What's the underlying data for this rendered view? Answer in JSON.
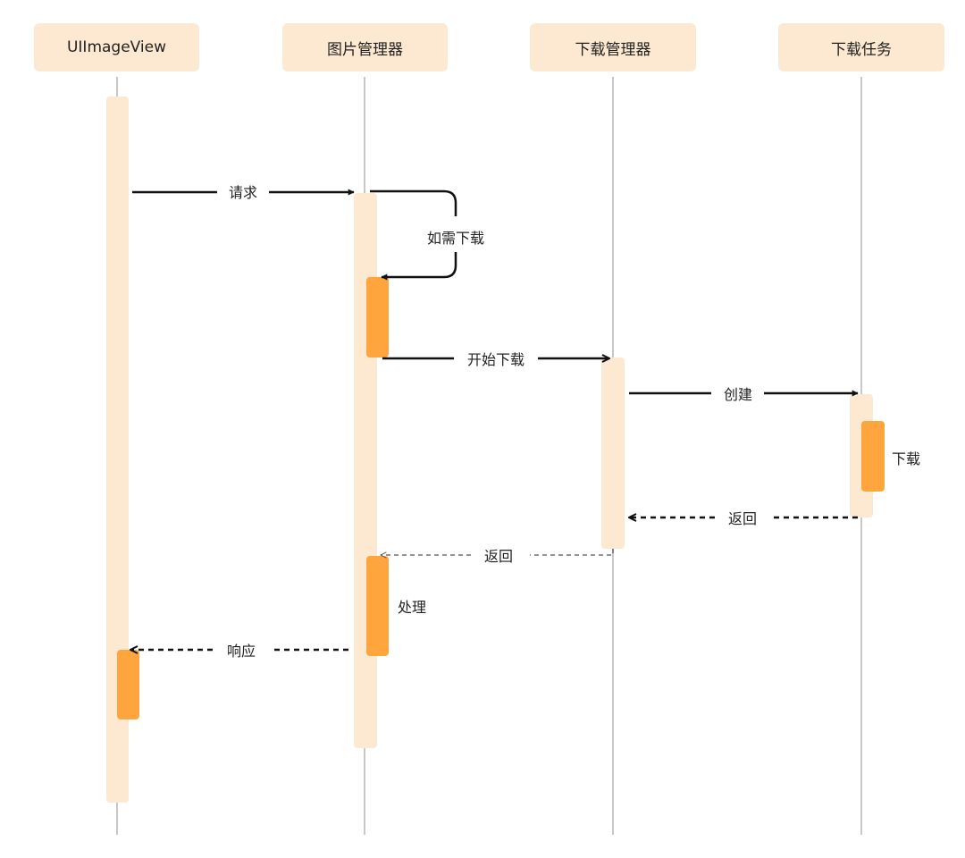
{
  "participants": [
    {
      "label": "UIImageView"
    },
    {
      "label": "图片管理器"
    },
    {
      "label": "下载管理器"
    },
    {
      "label": "下载任务"
    }
  ],
  "messages": {
    "request": "请求",
    "download_if_needed": "如需下载",
    "start_download": "开始下载",
    "create": "创建",
    "download": "下载",
    "return_from_task": "返回",
    "return_from_dm": "返回",
    "process": "处理",
    "respond": "响应"
  },
  "colors": {
    "participant_fill": "#fde9d2",
    "activation_light": "#fde9d2",
    "activation_dark": "#ffa53d",
    "lifeline": "#c8c8c8",
    "arrow": "#111111"
  }
}
